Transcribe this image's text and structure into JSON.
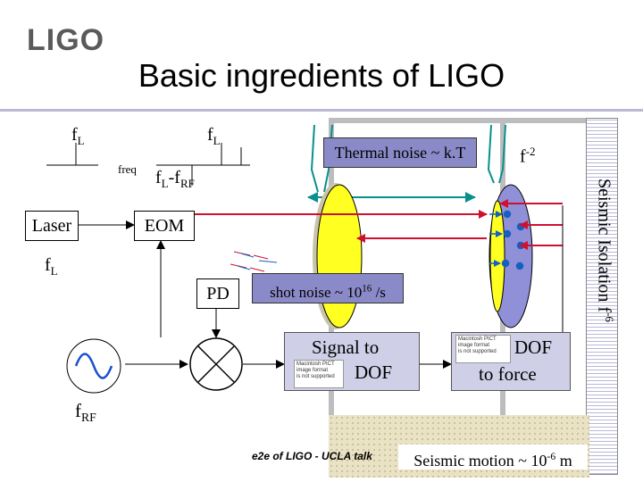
{
  "logo": {
    "text": "LIGO"
  },
  "title": "Basic ingredients of LIGO",
  "spectrum": {
    "f_L_left": "f",
    "f_L_right": "f",
    "sub_L": "L",
    "freq_label": "freq",
    "sideband_f": "f",
    "sideband_L": "L",
    "sideband_minus": "-f",
    "sideband_RF": "RF"
  },
  "laser": {
    "label": "Laser"
  },
  "eom": {
    "label": "EOM"
  },
  "fl_left": {
    "f": "f",
    "sub": "L"
  },
  "pd": {
    "label": "PD"
  },
  "thermal_noise": {
    "label": "Thermal noise ~ k.T"
  },
  "f_minus2": {
    "base": "f",
    "exp": "-2"
  },
  "shot_noise": {
    "prefix": "shot noise ~ 10",
    "exp": "16",
    "suffix": " /s"
  },
  "signal_dof": {
    "line1": "Signal to",
    "line2": "DOF"
  },
  "dof_force": {
    "line1": "DOF",
    "line2": "to force"
  },
  "pict_placeholder": {
    "line1": "Macintosh PICT",
    "line2": "image format",
    "line3": "is not supported"
  },
  "seismic_isolation": {
    "label": "Seismic Isolation f",
    "exp": "-6"
  },
  "frf": {
    "f": "f",
    "sub": "RF"
  },
  "footer": "e2e of LIGO - UCLA talk",
  "seismic_motion": {
    "prefix": "Seismic motion ~ 10",
    "exp": "-6",
    "suffix": " m"
  }
}
